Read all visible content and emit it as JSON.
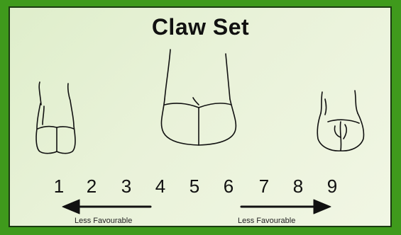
{
  "title": "Claw Set",
  "scale": [
    "1",
    "2",
    "3",
    "4",
    "5",
    "6",
    "7",
    "8",
    "9"
  ],
  "left_label": "Less Favourable",
  "right_label": "Less Favourable",
  "colors": {
    "border_green": "#3f9a1c",
    "panel_light": "#e9f2d9",
    "ink": "#111111"
  },
  "icons": {
    "left_hoof": "upright-claw-icon",
    "center_hoof": "intermediate-claw-icon",
    "right_hoof": "sloping-claw-icon",
    "left_arrow": "arrow-left-icon",
    "right_arrow": "arrow-right-icon"
  }
}
